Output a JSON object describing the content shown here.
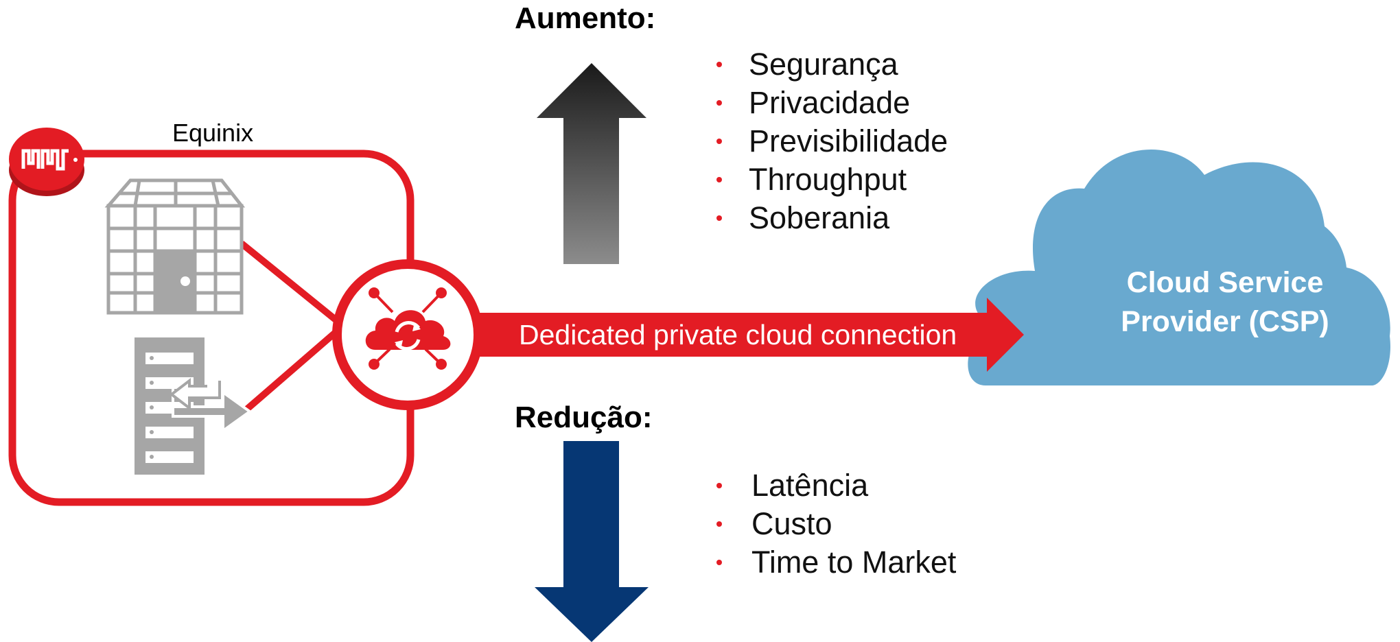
{
  "colors": {
    "equinix_red": "#e31c24",
    "building_gray": "#a6a6a6",
    "up_arrow_top": "#1a1a1a",
    "up_arrow_bottom": "#8c8c8c",
    "down_arrow": "#063774",
    "cloud_blue": "#69a9cf"
  },
  "icons": {
    "equinix_logo": "equinix-logo-icon",
    "building": "building-icon",
    "server": "server-rack-icon",
    "hub": "cloud-sync-hub-icon",
    "cloud": "cloud-icon"
  },
  "increase": {
    "heading": "Aumento:",
    "items": [
      "Segurança",
      "Privacidade",
      "Previsibilidade",
      "Throughput",
      "Soberania"
    ]
  },
  "decrease": {
    "heading": "Redução:",
    "items": [
      "Latência",
      "Custo",
      "Time to Market"
    ]
  },
  "equinix": {
    "label": "Equinix"
  },
  "connection": {
    "label": "Dedicated private cloud connection"
  },
  "csp": {
    "line1": "Cloud Service",
    "line2": "Provider (CSP)"
  }
}
